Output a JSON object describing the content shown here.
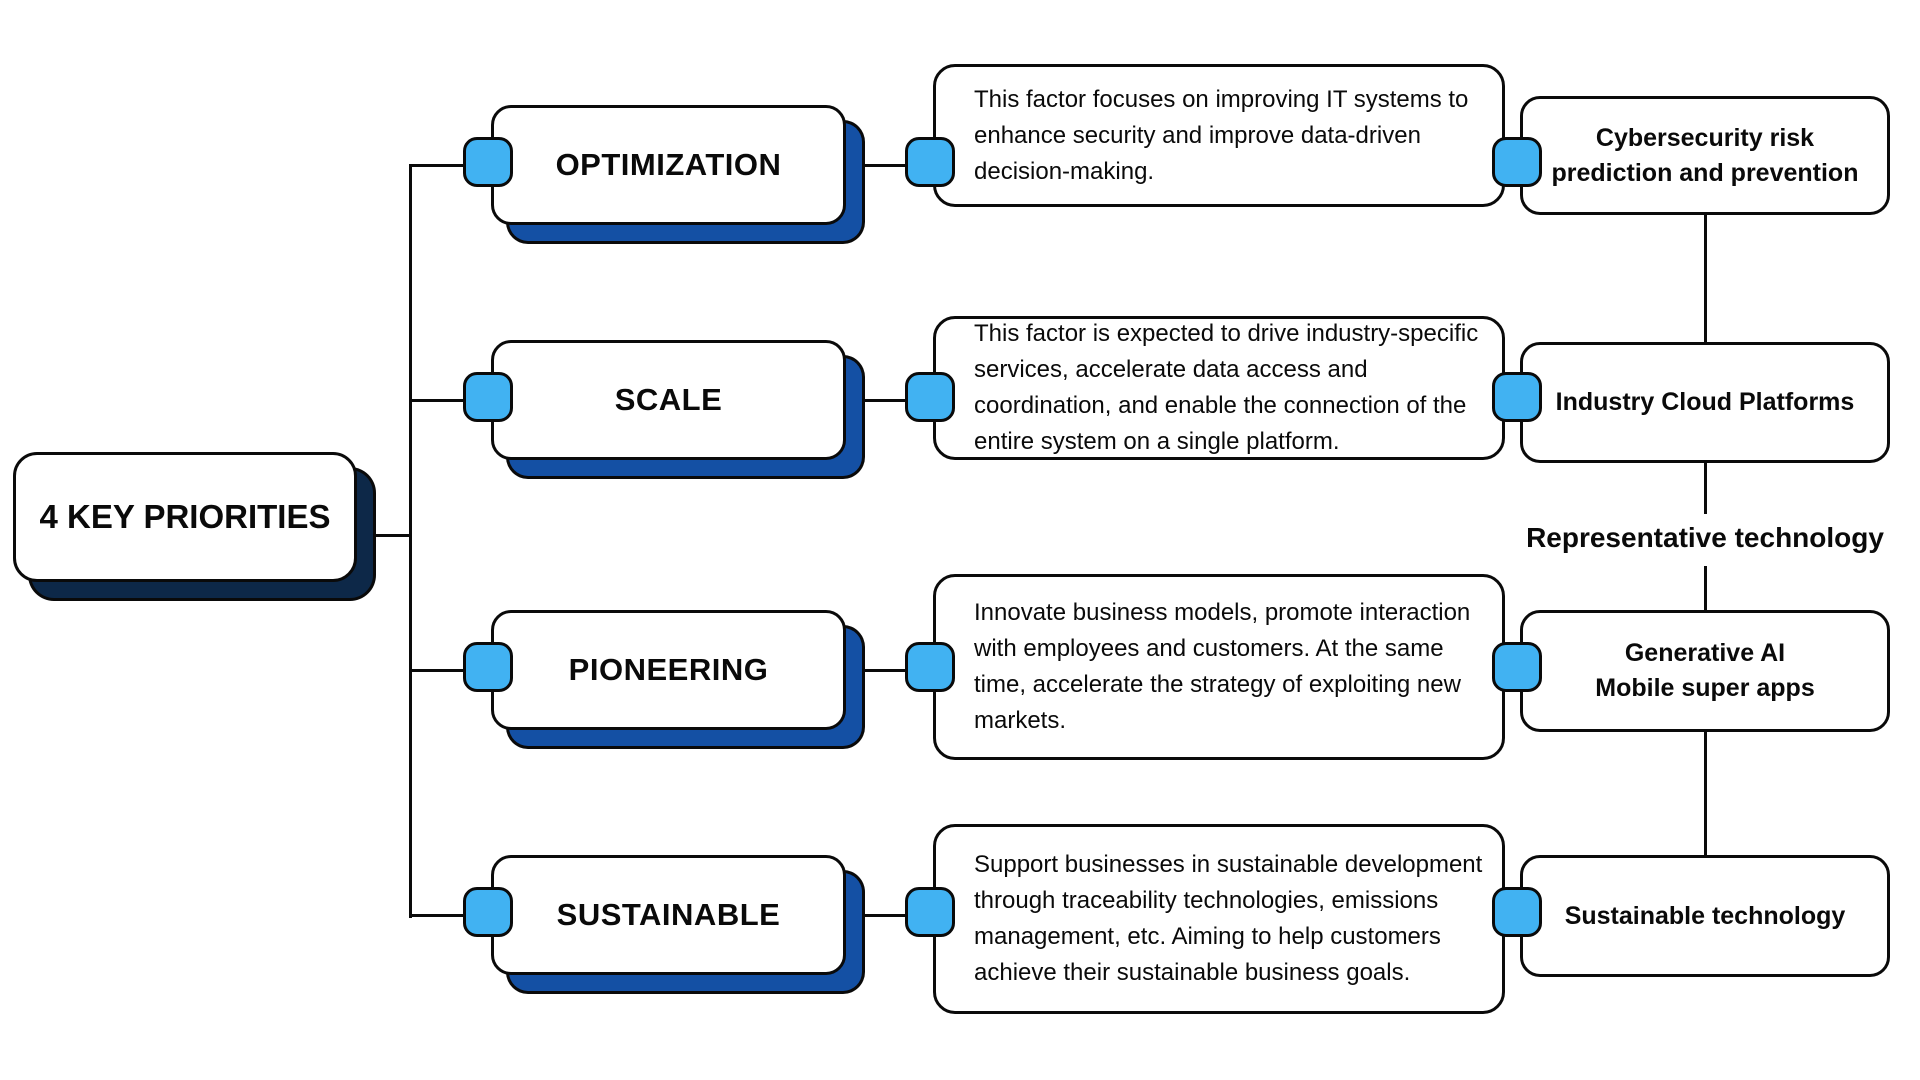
{
  "diagram": {
    "root_label": "4 KEY PRIORITIES",
    "column_label": "Representative technology",
    "rows": [
      {
        "priority": "OPTIMIZATION",
        "description": "This factor focuses on improving IT systems to enhance security and improve data-driven decision-making.",
        "technology": "Cybersecurity risk\nprediction and prevention"
      },
      {
        "priority": "SCALE",
        "description": "This factor is expected to drive industry-specific services, accelerate data access and coordination, and enable the connection of the entire system on a single platform.",
        "technology": "Industry Cloud Platforms"
      },
      {
        "priority": "PIONEERING",
        "description": "Innovate business models, promote interaction with employees and customers. At the same time, accelerate the strategy of exploiting new markets.",
        "technology": "Generative AI\nMobile super apps"
      },
      {
        "priority": "SUSTAINABLE",
        "description": "Support businesses in sustainable development through traceability technologies, emissions management, etc. Aiming to help customers achieve their sustainable business goals.",
        "technology": "Sustainable technology"
      }
    ],
    "colors": {
      "badge_blue": "#41B2F2",
      "priority_shadow_blue": "#1450A4",
      "root_shadow_navy": "#0D2848",
      "line_black": "#0a0a0a"
    }
  }
}
